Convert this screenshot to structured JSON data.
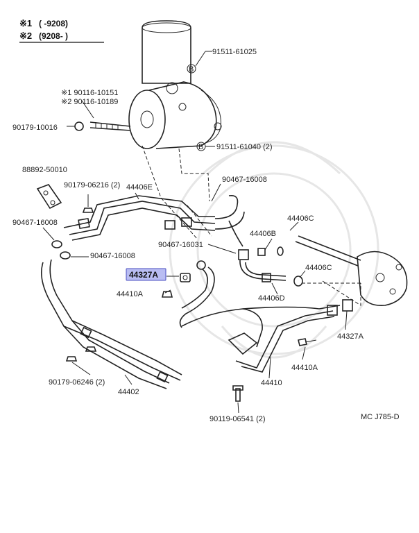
{
  "legend": {
    "row1_mark": "※1",
    "row1_range": "(      -9208)",
    "row2_mark": "※2",
    "row2_range": "(9208-      )"
  },
  "labels": {
    "p91511_61025": "91511-61025",
    "p90116_10151": "※1 90116-10151",
    "p90116_10189": "※2 90116-10189",
    "p90179_10016": "90179-10016",
    "p91511_61040": "91511-61040 (2)",
    "p88892_50010": "88892-50010",
    "p90179_06216": "90179-06216 (2)",
    "p44406E": "44406E",
    "p90467_16008_top": "90467-16008",
    "p90467_16008_left": "90467-16008",
    "p44406C": "44406C",
    "p44406B": "44406B",
    "p90467_16008_mid": "90467-16008",
    "p90467_16031": "90467-16031",
    "p44327A_hl": "44327A",
    "p44406C_r": "44406C",
    "p44410A": "44410A",
    "p44406D": "44406D",
    "p44327A_r": "44327A",
    "p90179_06246": "90179-06246 (2)",
    "p44402": "44402",
    "p44410A_r": "44410A",
    "p44410": "44410",
    "p90119_06541": "90119-06541 (2)",
    "diagram_code": "MC J785-D",
    "clip_b": "B"
  },
  "highlight_color": "#b9bdf2"
}
